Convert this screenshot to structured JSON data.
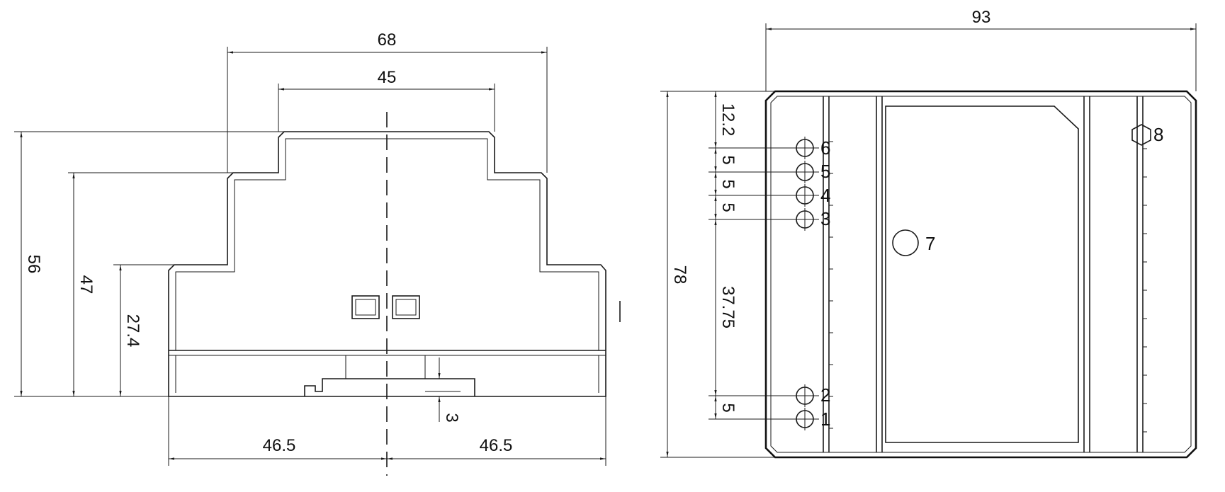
{
  "front_view": {
    "overall_width": "68",
    "top_width": "45",
    "height_total": "56",
    "height_mid": "47",
    "height_low": "27.4",
    "half_width_left": "46.5",
    "half_width_right": "46.5",
    "rail_depth": "3"
  },
  "side_view": {
    "overall_width": "93",
    "overall_height": "78",
    "dim_top": "12.2",
    "pitch_6_5": "5",
    "pitch_5_4": "5",
    "pitch_4_3": "5",
    "gap_3_2": "37.75",
    "pitch_2_1": "5",
    "terminals": [
      "6",
      "5",
      "4",
      "3",
      "2",
      "1"
    ],
    "led_label": "7",
    "pot_label": "8"
  }
}
